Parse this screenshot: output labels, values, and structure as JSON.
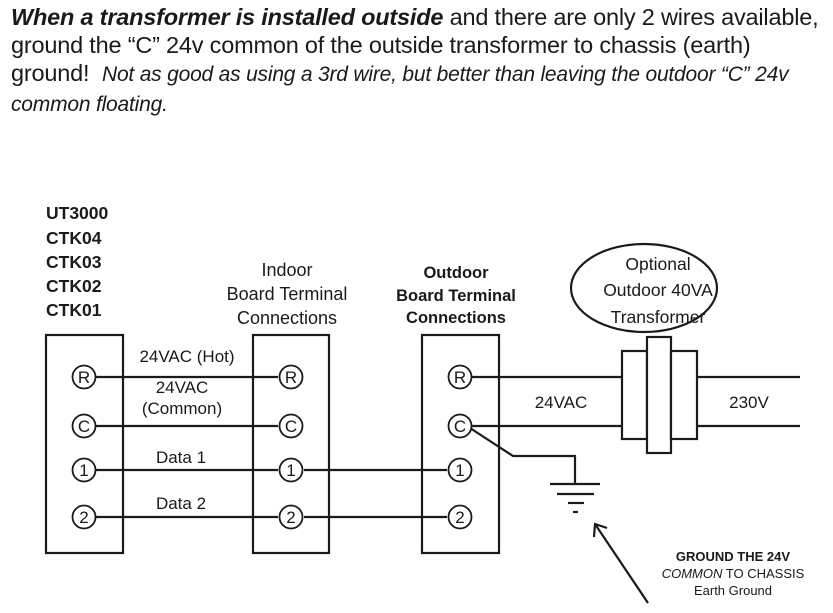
{
  "intro": {
    "bold_italic": "When a transformer is installed outside",
    "normal": " and there are only 2 wires available, ground the “C” 24v common of the outside transformer to chassis (earth) ground!",
    "italic": "Not as good as using a 3rd wire, but better than leaving the outdoor “C” 24v common floating."
  },
  "thermostat_models": [
    "UT3000",
    "CTK04",
    "CTK03",
    "CTK02",
    "CTK01"
  ],
  "indoor_header": [
    "Indoor",
    "Board Terminal",
    "Connections"
  ],
  "outdoor_header": [
    "Outdoor",
    "Board Terminal",
    "Connections"
  ],
  "transformer_label": [
    "Optional",
    "Outdoor 40VA",
    "Transformer"
  ],
  "terminals": [
    "R",
    "C",
    "1",
    "2"
  ],
  "wire_labels": {
    "hot": "24VAC (Hot)",
    "common_1": "24VAC",
    "common_2": "(Common)",
    "data1": "Data 1",
    "data2": "Data 2",
    "secondary": "24VAC",
    "primary": "230V"
  },
  "ground_note": {
    "line1": "GROUND THE 24V",
    "line2_italic": "COMMON",
    "line2_rest": " TO CHASSIS",
    "line3": "Earth Ground"
  }
}
